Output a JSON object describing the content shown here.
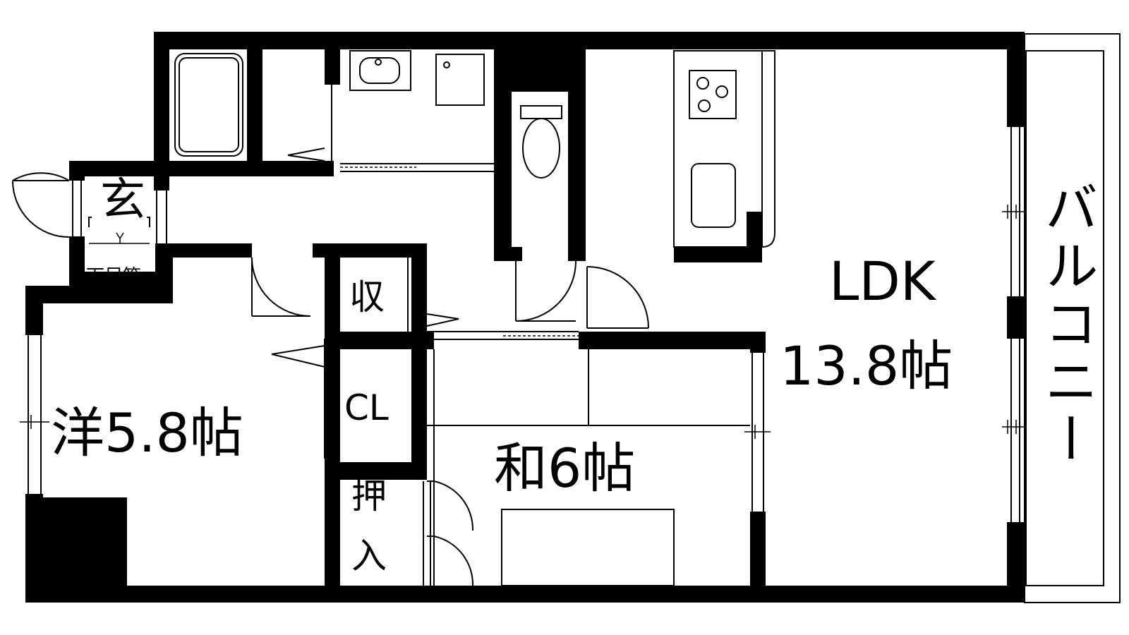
{
  "rooms": {
    "ldk_name": "LDK",
    "ldk_size": "13.8帖",
    "western": "洋5.8帖",
    "japanese": "和6帖",
    "balcony": "バルコニー",
    "entrance": "玄",
    "shoe_box": "下足箱",
    "storage": "収",
    "closet": "CL",
    "oshiire_1": "押",
    "oshiire_2": "入"
  },
  "colors": {
    "wall": "#000000",
    "background": "#ffffff"
  }
}
